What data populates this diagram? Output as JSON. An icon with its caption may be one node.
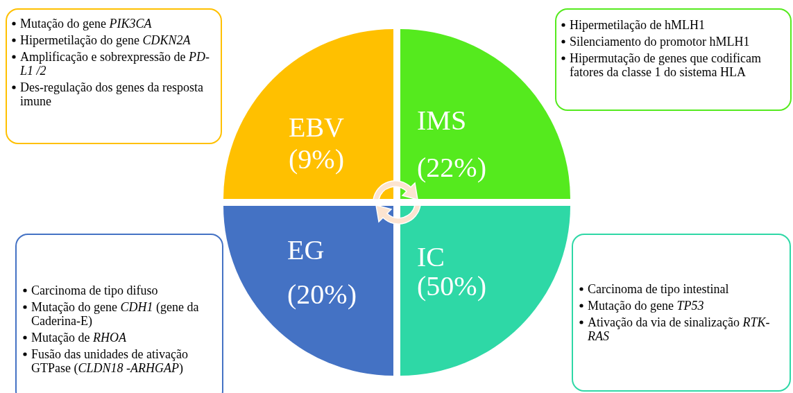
{
  "diagram": {
    "nodes": [
      {
        "text": [
          "Mutação do gene *PIK3CA*",
          "Hipermetilação do gene *CDKN2A*",
          "Amplificação e sobrexpressão de *PD-L1 /2*",
          "Des-regulação dos genes da resposta imune"
        ]
      },
      {
        "text": [
          "Hipermetilação de hMLH1",
          "Silenciamento do promotor hMLH1",
          "Hipermutação de genes que codificam fatores da classe 1 do sistema HLA"
        ]
      },
      {
        "text": [
          "EBV",
          "(9%)"
        ]
      },
      {
        "text": [
          "IMS",
          "(22%)"
        ]
      },
      {
        "text": [
          "EG",
          "(20%)"
        ]
      },
      {
        "text": [
          "IC",
          "(50%)"
        ]
      },
      {
        "text": [
          "Carcinoma de tipo difuso",
          "Mutação do gene *CDH1* (gene da Caderina-E)",
          "Mutação de *RHOA*",
          "Fusão das unidades de ativação GTPase (*CLDN18 -ARHGAP*)"
        ]
      },
      {
        "text": [
          "Carcinoma de tipo intestinal",
          "Mutação do gene *TP53*",
          "Ativação da via de sinalização *RTK-RAS*"
        ]
      }
    ]
  }
}
